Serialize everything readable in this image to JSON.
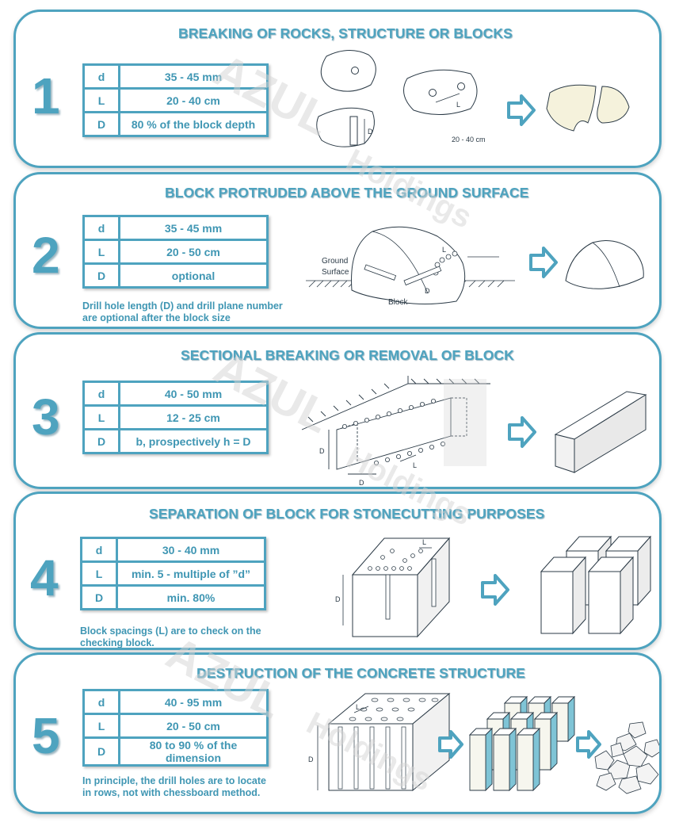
{
  "sections": [
    {
      "number": "1",
      "title": "BREAKING OF ROCKS, STRUCTURE OR BLOCKS",
      "rows": [
        {
          "key": "d",
          "value": "35 - 45 mm"
        },
        {
          "key": "L",
          "value": "20 - 40 cm"
        },
        {
          "key": "D",
          "value": "80 % of the block depth"
        }
      ],
      "note": [
        "",
        ""
      ],
      "labels": {
        "spacing": "L",
        "depth": "D",
        "range": "20 - 40 cm"
      }
    },
    {
      "number": "2",
      "title": "BLOCK PROTRUDED ABOVE THE GROUND SURFACE",
      "rows": [
        {
          "key": "d",
          "value": "35 - 45 mm"
        },
        {
          "key": "L",
          "value": "20 - 50 cm"
        },
        {
          "key": "D",
          "value": "optional"
        }
      ],
      "note": [
        "Drill hole length (D) and drill plane number",
        "are optional after the block size"
      ],
      "labels": {
        "ground1": "Ground",
        "ground2": "Surface",
        "block": "Block",
        "spacing": "L",
        "depth": "D"
      }
    },
    {
      "number": "3",
      "title": "SECTIONAL BREAKING OR REMOVAL OF BLOCK",
      "rows": [
        {
          "key": "d",
          "value": "40 - 50 mm"
        },
        {
          "key": "L",
          "value": "12 - 25 cm"
        },
        {
          "key": "D",
          "value": "b, prospectively  h = D"
        }
      ],
      "note": [
        "",
        ""
      ],
      "labels": {
        "depth_v": "D",
        "depth_h": "D",
        "spacing": "L"
      }
    },
    {
      "number": "4",
      "title": "SEPARATION OF BLOCK FOR STONECUTTING PURPOSES",
      "rows": [
        {
          "key": "d",
          "value": "30 - 40 mm"
        },
        {
          "key": "L",
          "value": "min. 5 - multiple of ”d”"
        },
        {
          "key": "D",
          "value": "min. 80%"
        }
      ],
      "note": [
        "Block spacings (L) are to check on the",
        "checking block."
      ],
      "labels": {
        "depth": "D",
        "spacing": "L"
      }
    },
    {
      "number": "5",
      "title": "DESTRUCTION OF THE CONCRETE STRUCTURE",
      "rows": [
        {
          "key": "d",
          "value": "40 - 95 mm"
        },
        {
          "key": "L",
          "value": "20 - 50 cm"
        },
        {
          "key": "D",
          "value": "80 to 90 % of the dimension"
        }
      ],
      "note": [
        "In principle, the drill holes are to locate",
        "in rows, not with chessboard method."
      ],
      "labels": {
        "depth": "D",
        "spacing": "L"
      }
    }
  ],
  "watermark": {
    "brand": "AZUL",
    "sub": "Holdings"
  },
  "colors": {
    "accent": "#4ea3bf",
    "text": "#3f96b3",
    "drawing": "#2b3a46",
    "fill": "#f6f6ee"
  }
}
